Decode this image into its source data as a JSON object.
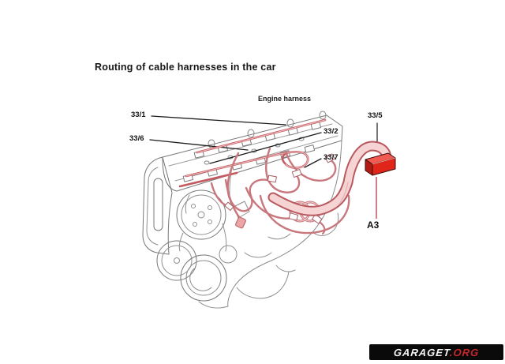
{
  "page": {
    "title": "Routing of cable harnesses in the car"
  },
  "diagram": {
    "engine_harness_label": "Engine harness",
    "callouts": [
      {
        "id": "33-1",
        "label": "33/1"
      },
      {
        "id": "33-6",
        "label": "33/6"
      },
      {
        "id": "33-2",
        "label": "33/2"
      },
      {
        "id": "33-7",
        "label": "33/7"
      },
      {
        "id": "33-5",
        "label": "33/5"
      },
      {
        "id": "A3",
        "label": "A3"
      }
    ],
    "colors": {
      "harness_fill": "#f6d4d4",
      "harness_outline": "#b8595f",
      "wire": "#c8777d",
      "engine_line": "#8f8f8f",
      "connector_red_front": "#e0251b",
      "connector_red_top": "#f05a50",
      "connector_red_side": "#b11b14",
      "label_text": "#111111"
    }
  },
  "watermark": {
    "name": "GARAGET",
    "tld": ".ORG"
  }
}
